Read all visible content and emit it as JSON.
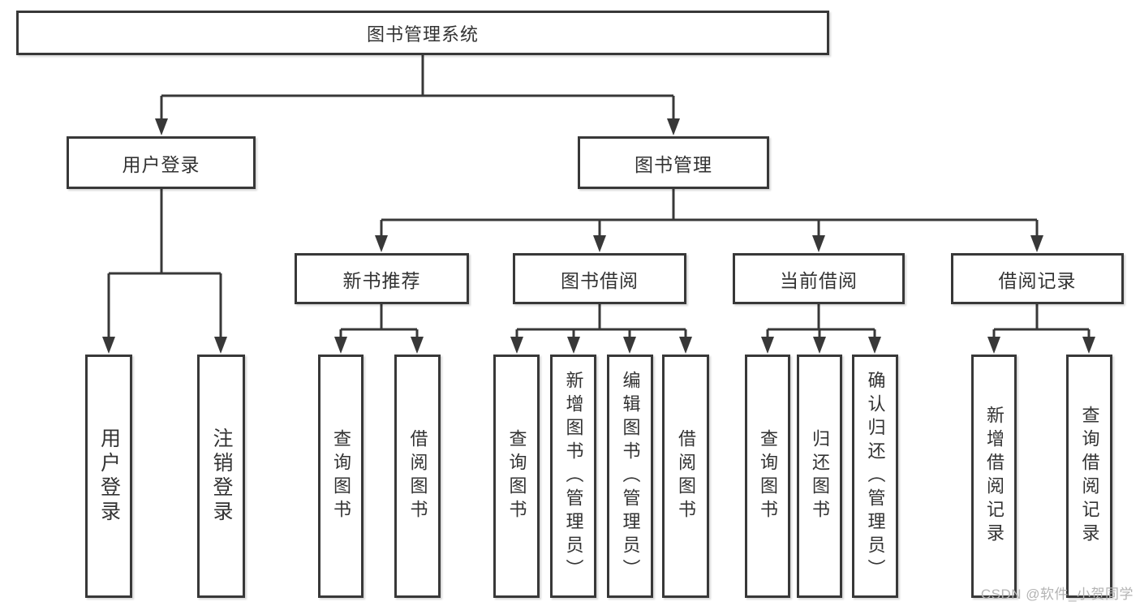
{
  "diagram_type": "hierarchy-tree",
  "colors": {
    "line": "#383838",
    "text": "#333333",
    "watermark": "#b3b3b3",
    "background": "#ffffff"
  },
  "tree": {
    "root": {
      "label": "图书管理系统"
    },
    "branches": [
      {
        "label": "用户登录",
        "leaves": [
          "用户登录",
          "注销登录"
        ]
      },
      {
        "label": "图书管理",
        "children": [
          {
            "label": "新书推荐",
            "leaves": [
              "查询图书",
              "借阅图书"
            ]
          },
          {
            "label": "图书借阅",
            "leaves": [
              "查询图书",
              "新增图书（管理员）",
              "编辑图书（管理员）",
              "借阅图书"
            ]
          },
          {
            "label": "当前借阅",
            "leaves": [
              "查询图书",
              "归还图书",
              "确认归还（管理员）"
            ]
          },
          {
            "label": "借阅记录",
            "leaves": [
              "新增借阅记录",
              "查询借阅记录"
            ]
          }
        ]
      }
    ]
  },
  "watermark": "CSDN @软件_小贺同学"
}
